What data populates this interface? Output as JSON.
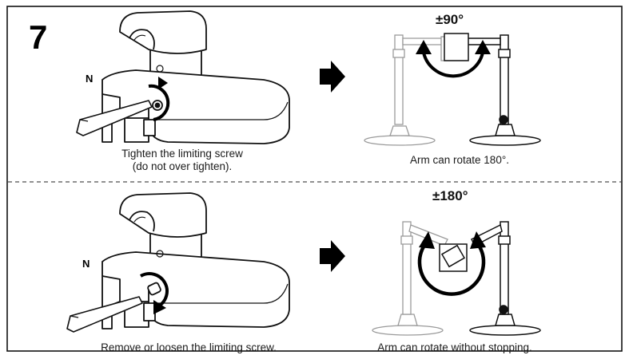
{
  "step_number": "7",
  "top_section": {
    "part_label": "N",
    "left_caption_line1": "Tighten the limiting screw",
    "left_caption_line2": "(do not over tighten).",
    "rotation_angle": "±90°",
    "right_caption": "Arm can rotate 180°."
  },
  "bottom_section": {
    "part_label": "N",
    "left_caption": "Remove or loosen the limiting screw.",
    "rotation_angle": "±180°",
    "right_caption": "Arm can rotate without stopping."
  }
}
